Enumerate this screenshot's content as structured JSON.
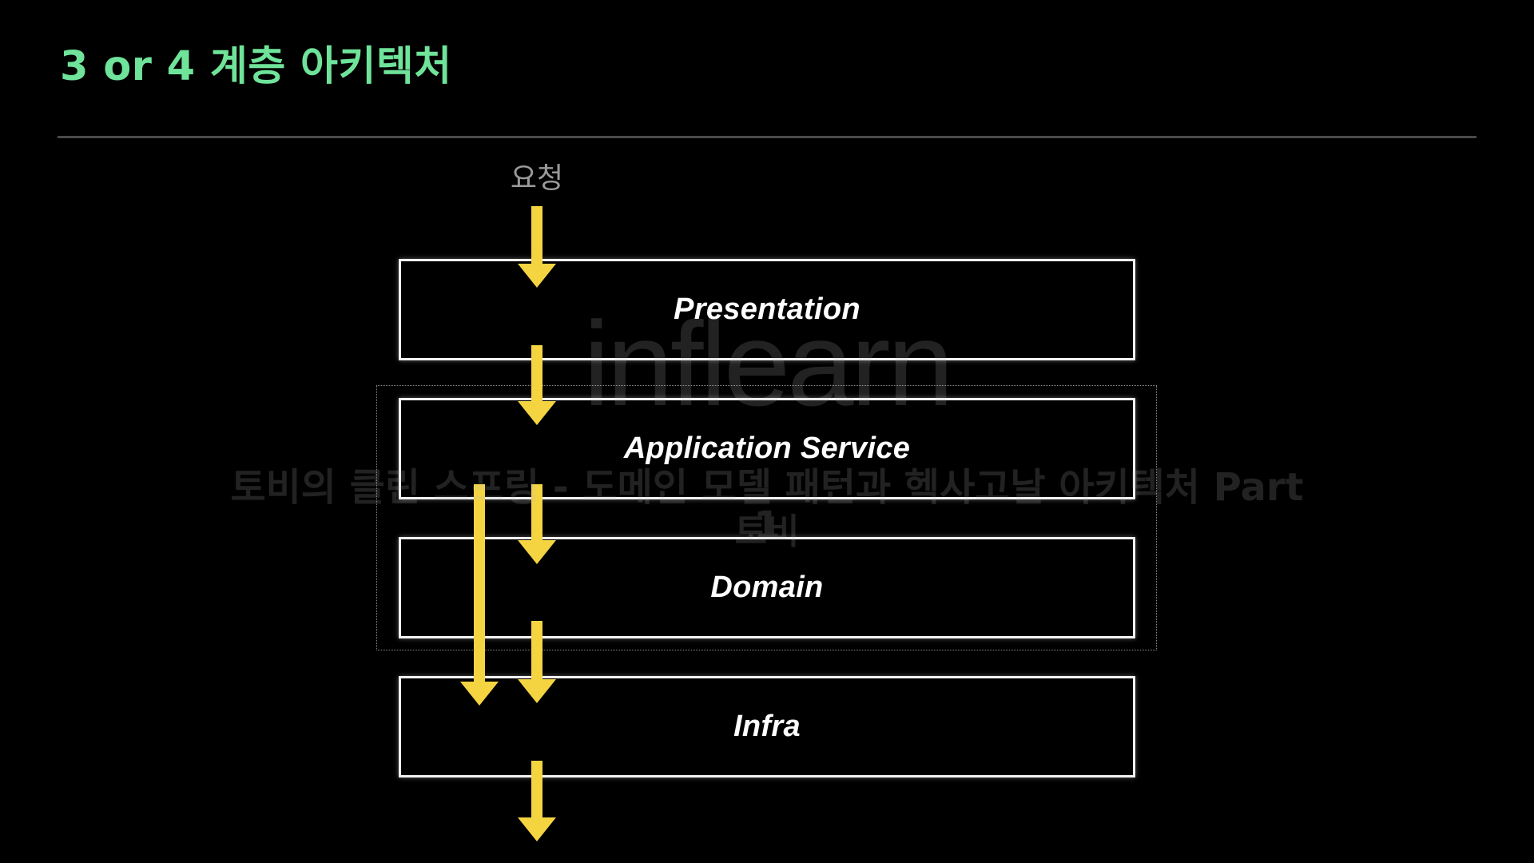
{
  "title": "3 or 4 계층 아키텍처",
  "request_label": "요청",
  "layers": [
    {
      "label": "Presentation"
    },
    {
      "label": "Application Service"
    },
    {
      "label": "Domain"
    },
    {
      "label": "Infra"
    }
  ],
  "colors": {
    "title": "#6fe39a",
    "arrow": "#f5d442",
    "box_border": "#f2f2f2",
    "background": "#000000"
  },
  "watermark": {
    "brand": "inflearn",
    "course": "토비의 클린 스프링 - 도메인 모델 패턴과 헥사고날 아키텍처 Part 1",
    "author": "토비"
  }
}
